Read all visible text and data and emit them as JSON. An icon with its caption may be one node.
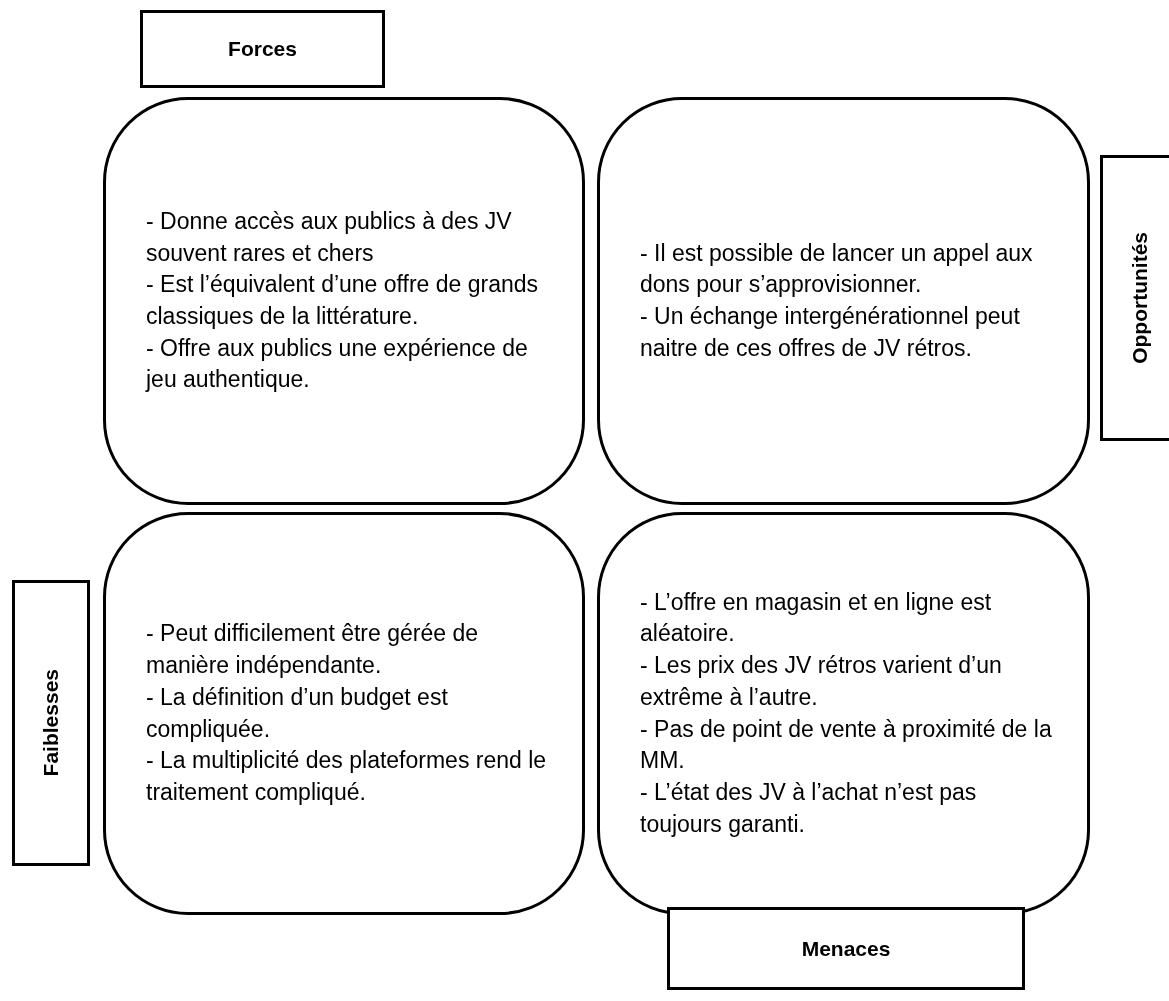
{
  "diagram": {
    "nodes": [
      {
        "text": [
          "Forces"
        ]
      },
      {
        "text": [
          "- Donne accès aux publics à des JV souvent rares et chers",
          "- Est l’équivalent d’une offre de grands classiques de la littérature.",
          "- Offre aux publics une expérience de jeu authentique."
        ]
      },
      {
        "text": [
          "- Il est possible de lancer un appel aux dons pour s’approvisionner.",
          "- Un échange intergénérationnel peut naitre de ces offres de JV rétros."
        ]
      },
      {
        "text": [
          "Opportunités"
        ]
      },
      {
        "text": [
          "Faiblesses"
        ]
      },
      {
        "text": [
          "- Peut difficilement être gérée de manière indépendante.",
          "- La définition d’un budget est compliquée.",
          "- La multiplicité des plateformes rend le traitement compliqué."
        ]
      },
      {
        "text": [
          "- L’offre en magasin et en ligne est aléatoire.",
          "- Les prix des JV rétros varient d’un extrême à l’autre.",
          "- Pas de point de vente à proximité de la MM.",
          "- L’état des JV à l’achat n’est pas toujours garanti."
        ]
      },
      {
        "text": [
          "Menaces"
        ]
      }
    ]
  }
}
